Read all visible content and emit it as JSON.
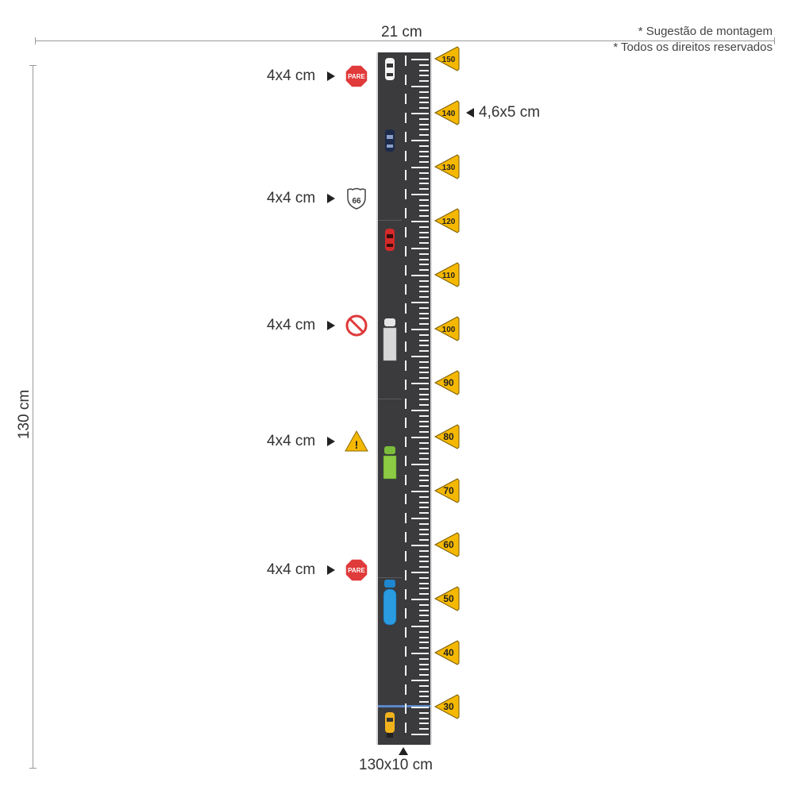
{
  "dimensions": {
    "width_label": "21 cm",
    "height_label": "130 cm",
    "road_label": "130x10 cm",
    "speed_sign_size": "4,6x5 cm"
  },
  "notes": [
    "* Sugestão de montagem",
    "* Todos os direitos reservados"
  ],
  "stickers": [
    {
      "size": "4x4 cm",
      "icon": "stop-sign-icon",
      "text": "PARE"
    },
    {
      "size": "4x4 cm",
      "icon": "route-66-shield-icon",
      "text": "66"
    },
    {
      "size": "4x4 cm",
      "icon": "no-entry-icon",
      "text": ""
    },
    {
      "size": "4x4 cm",
      "icon": "warning-triangle-icon",
      "text": "!"
    },
    {
      "size": "4x4 cm",
      "icon": "stop-sign-icon",
      "text": "PARE"
    }
  ],
  "speed_markers": [
    "150",
    "140",
    "130",
    "120",
    "110",
    "100",
    "90",
    "80",
    "70",
    "60",
    "50",
    "40",
    "30"
  ],
  "colors": {
    "road": "#3b3b3e",
    "marker": "#f5b800",
    "stop": "#e03a3a"
  }
}
